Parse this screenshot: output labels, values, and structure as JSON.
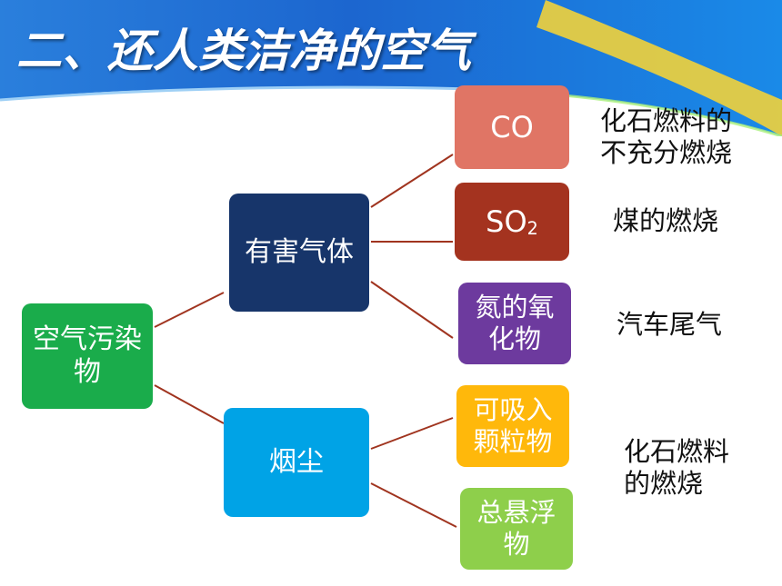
{
  "title": "二、还人类洁净的空气",
  "colors": {
    "root": "#1aac4b",
    "gas": "#17356a",
    "dust": "#00a3e6",
    "co": "#e07565",
    "so2": "#a4331f",
    "nox": "#6d3a9e",
    "pm": "#ffb80b",
    "tsp": "#8ecf4b",
    "connector": "#a0341f",
    "banner": "#1f6fd8"
  },
  "nodes": {
    "root": {
      "line1": "空气污染",
      "line2": "物"
    },
    "gas": {
      "label": "有害气体"
    },
    "dust": {
      "label": "烟尘"
    },
    "co": {
      "label": "CO"
    },
    "so2": {
      "base": "SO",
      "sub": "2"
    },
    "nox": {
      "line1": "氮的氧",
      "line2": "化物"
    },
    "pm": {
      "line1": "可吸入",
      "line2": "颗粒物"
    },
    "tsp": {
      "line1": "总悬浮",
      "line2": "物"
    }
  },
  "notes": {
    "co": {
      "line1": "化石燃料的",
      "line2": "不充分燃烧"
    },
    "so2": {
      "line1": "煤的燃烧"
    },
    "nox": {
      "line1": "汽车尾气"
    },
    "dust": {
      "line1": "化石燃料",
      "line2": "的燃烧"
    }
  }
}
